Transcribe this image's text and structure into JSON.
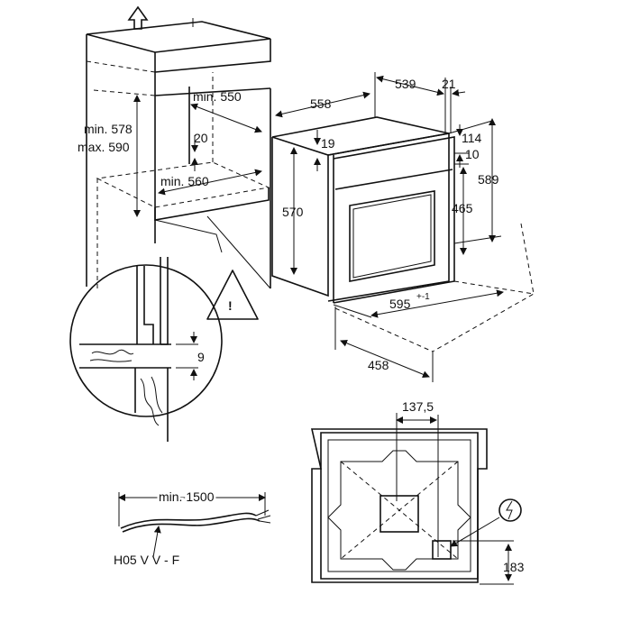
{
  "dimensions": {
    "min_550": "min. 550",
    "min_578": "min. 578",
    "max_590": "max. 590",
    "d20": "20",
    "min_560": "min. 560",
    "d558": "558",
    "d539": "539",
    "d21": "21",
    "d19": "19",
    "d114": "114",
    "d10": "10",
    "d570": "570",
    "d465": "465",
    "d589": "589",
    "d595": "595",
    "d595_tol": "+-1",
    "d458": "458",
    "d9": "9",
    "d137_5": "137,5",
    "d183": "183",
    "min_1500": "min. 1500"
  },
  "cable": {
    "type": "H05 V V - F"
  },
  "warning": {
    "symbol": "!"
  },
  "icons": {
    "up_arrow": "up-arrow-icon",
    "warning": "warning-icon",
    "electric": "electric-connection-icon"
  }
}
